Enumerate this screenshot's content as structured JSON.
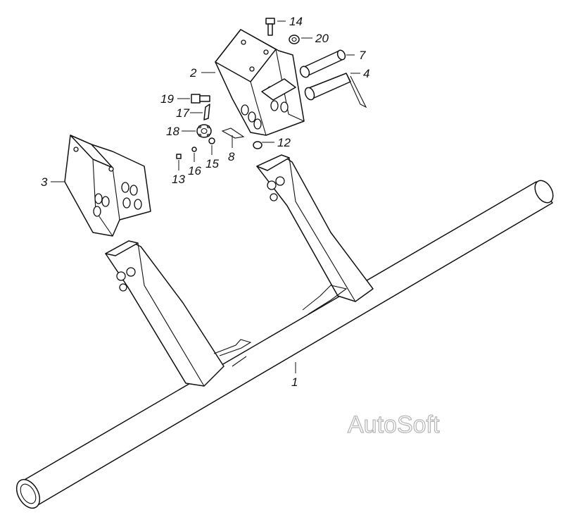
{
  "diagram": {
    "labels": [
      "1",
      "2",
      "3",
      "4",
      "7",
      "8",
      "12",
      "13",
      "14",
      "15",
      "16",
      "17",
      "18",
      "19",
      "20"
    ],
    "watermark": "AutoSoft"
  }
}
